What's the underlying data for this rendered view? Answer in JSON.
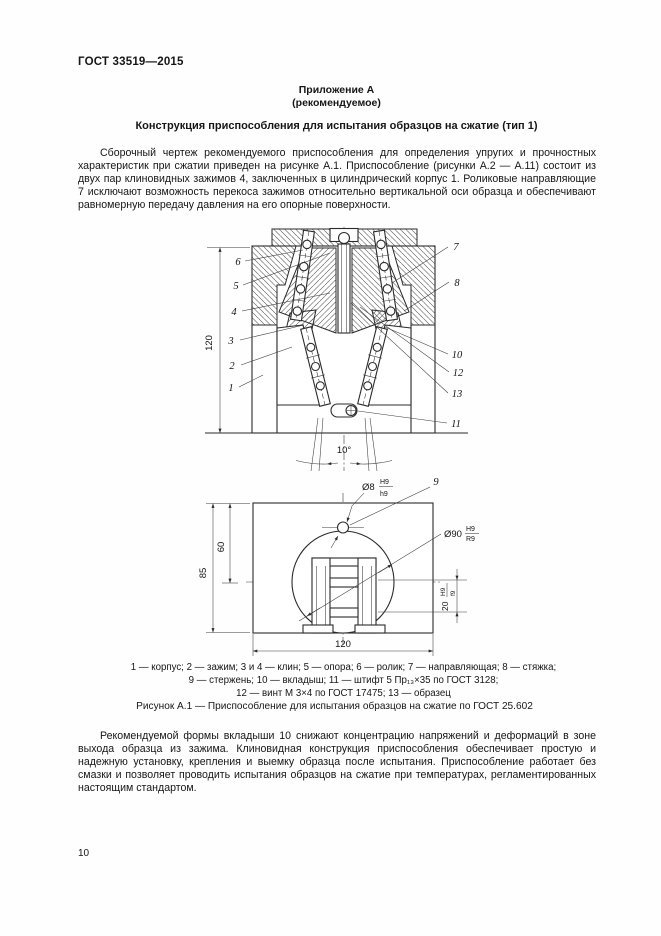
{
  "page": {
    "header": "ГОСТ 33519—2015",
    "annex_line1": "Приложение А",
    "annex_line2": "(рекомендуемое)",
    "title": "Конструкция приспособления для испытания образцов на сжатие (тип 1)",
    "paragraph1": "Сборочный чертеж рекомендуемого приспособления для определения упругих и прочностных характеристик при сжатии приведен на рисунке А.1. Приспособление (рисунки А.2 — А.11) состоит из двух пар клиновидных зажимов 4, заключенных в цилиндрический корпус 1. Роликовые направляющие 7 исключают возможность перекоса зажимов относительно вертикальной оси образца и обеспечивают равномерную передачу давления на его опорные поверхности.",
    "paragraph2": "Рекомендуемой формы вкладыши 10 снижают концентрацию напряжений и деформаций в зоне выхода образца из зажима. Клиновидная конструкция приспособления обеспечивает простую и надежную установку, крепления и выемку образца после испытания. Приспособление работает без смазки и позволяет проводить испытания образцов на сжатие при температурах, регламентированных настоящим стандартом.",
    "page_number": "10"
  },
  "figure": {
    "legend_line1": "1 — корпус; 2 — зажим; 3 и 4 — клин; 5 — опора; 6 — ролик; 7 — направляющая; 8 — стяжка;",
    "legend_line2": "9 — стержень; 10 — вкладыш; 11 — штифт 5 Пр₁₃×35  по ГОСТ 3128;",
    "legend_line3": "12 — винт М 3×4  по ГОСТ 17475; 13 — образец",
    "caption": "Рисунок А.1 — Приспособление для испытания образцов на сжатие по ГОСТ 25.602",
    "upper": {
      "dim_height": "120",
      "angle": "10°",
      "callouts_left": [
        "6",
        "5",
        "4",
        "3",
        "2",
        "1"
      ],
      "callouts_right": [
        "7",
        "8",
        "10",
        "12",
        "13",
        "11"
      ]
    },
    "lower": {
      "callout_rod": "9",
      "dim_outer_height": "85",
      "dim_inner_height": "60",
      "dim_width": "120",
      "dia_small": "Ø8",
      "dia_small_num": "H9",
      "dia_small_den": "h9",
      "dia_big": "Ø90",
      "dia_big_num": "H9",
      "dia_big_den": "R9",
      "slot_width": "20",
      "slot_num": "H9",
      "slot_den": "f9"
    }
  }
}
